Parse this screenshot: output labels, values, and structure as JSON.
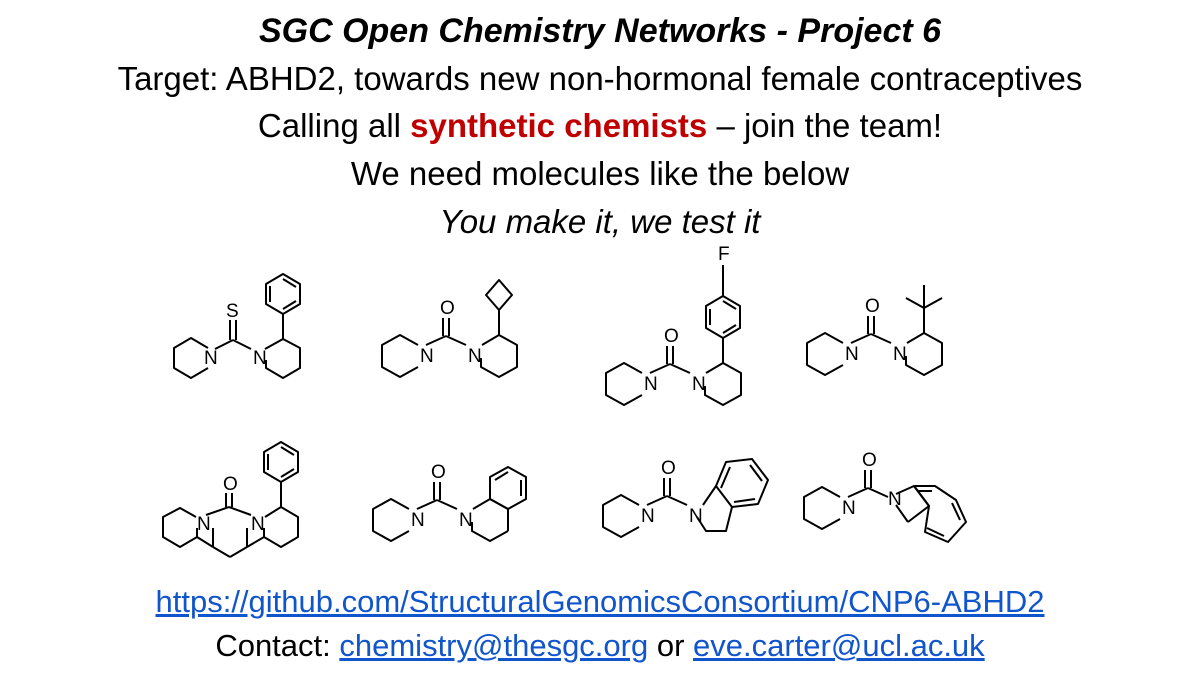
{
  "title": "SGC Open Chemistry Networks - Project 6",
  "target_line": "Target: ABHD2, towards new non-hormonal female contraceptives",
  "call": {
    "prefix": "Calling all ",
    "highlight": "synthetic chemists",
    "suffix": " – join the team!"
  },
  "molecules_line": "We need molecules like the below",
  "tagline": "You make it, we test it",
  "url": "https://github.com/StructuralGenomicsConsortium/CNP6-ABHD2",
  "contact": {
    "label": "Contact: ",
    "email1": "chemistry@thesgc.org",
    "connector": " or ",
    "email2": "eve.carter@ucl.ac.uk"
  },
  "atom_labels": {
    "nitrogen": "N",
    "oxygen": "O",
    "sulfur": "S",
    "fluorine": "F"
  },
  "colors": {
    "highlight": "#c00000",
    "link": "#1155cc"
  }
}
